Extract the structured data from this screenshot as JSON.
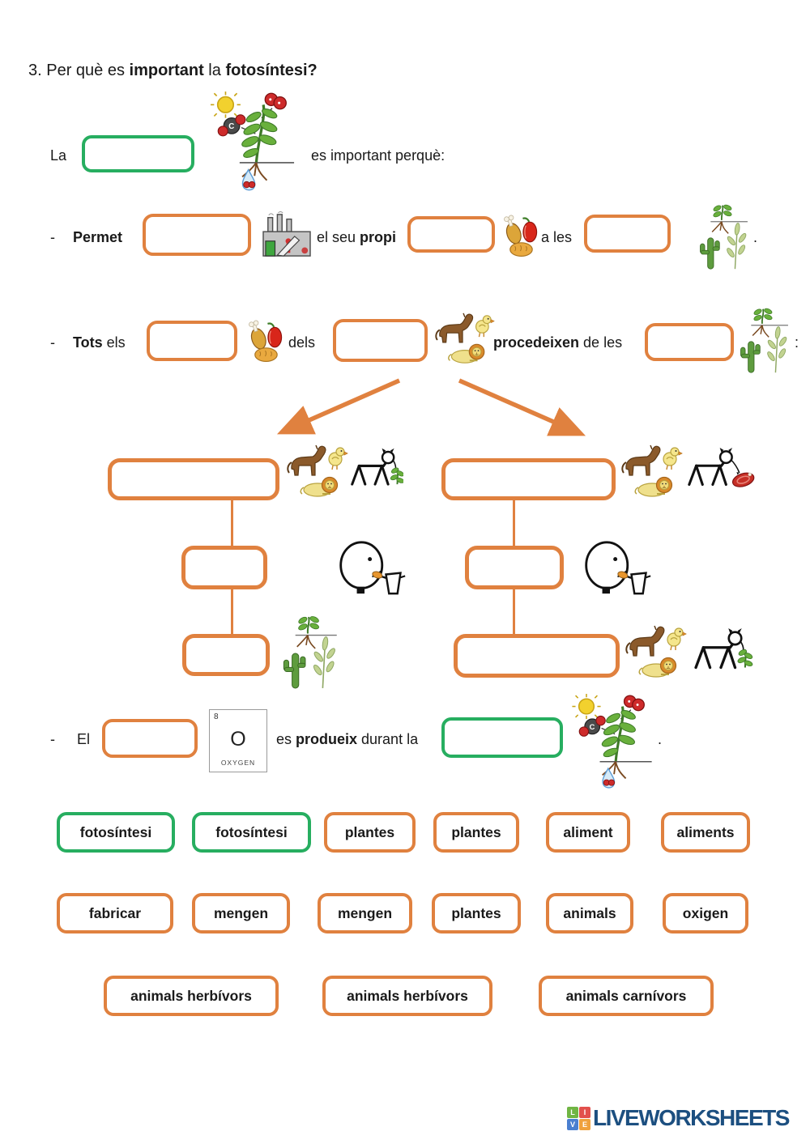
{
  "colors": {
    "orange": "#E0813F",
    "green": "#27AE60",
    "navy": "#1C4F80",
    "text": "#1A1A1A"
  },
  "title": {
    "pre": "3. Per què es ",
    "bold1": "important",
    "mid": " la ",
    "bold2": "fotosíntesi?"
  },
  "intro": {
    "word_la": "La",
    "tail": "es important perquè:"
  },
  "bullet1": {
    "dash": "-",
    "lead_bold": "Permet",
    "mid1": "el seu ",
    "mid1_bold": "propi",
    "mid2": "a les",
    "end": "."
  },
  "bullet2": {
    "dash": "-",
    "lead_bold": "Tots",
    "lead_rest": " els",
    "mid1": "dels",
    "mid2_bold": "procedeixen",
    "mid2_rest": " de les",
    "end": ":"
  },
  "bullet3": {
    "dash": "-",
    "lead": "El",
    "mid1": "es ",
    "mid1_bold": "produeix",
    "mid1_rest": " durant la",
    "end": ".",
    "oxygen_tile": {
      "number": "8",
      "symbol": "O",
      "label": "OXYGEN"
    }
  },
  "word_bank": {
    "row1": [
      {
        "label": "fotosíntesi",
        "color": "green"
      },
      {
        "label": "fotosíntesi",
        "color": "green"
      },
      {
        "label": "plantes",
        "color": "orange"
      },
      {
        "label": "plantes",
        "color": "orange"
      },
      {
        "label": "aliment",
        "color": "orange"
      },
      {
        "label": "aliments",
        "color": "orange"
      }
    ],
    "row2": [
      {
        "label": "fabricar",
        "color": "orange"
      },
      {
        "label": "mengen",
        "color": "orange"
      },
      {
        "label": "mengen",
        "color": "orange"
      },
      {
        "label": "plantes",
        "color": "orange"
      },
      {
        "label": "animals",
        "color": "orange"
      },
      {
        "label": "oxigen",
        "color": "orange"
      }
    ],
    "row3": [
      {
        "label": "animals herbívors",
        "color": "orange"
      },
      {
        "label": "animals herbívors",
        "color": "orange"
      },
      {
        "label": "animals carnívors",
        "color": "orange"
      }
    ]
  },
  "icons": {
    "photosynthesis": "plant with sun, CO2 and O2 molecules, water drop",
    "factory": "factory building",
    "food": "drumstick, pepper and bread",
    "plants": "rooted plant, cactus and wheat",
    "animals": "horse, chick and lion",
    "herbivore": "stick animal eating plant",
    "carnivore": "stick animal eating meat",
    "eating_person": "head eating with spoon and glass",
    "oxygen": "periodic table oxygen element tile"
  },
  "footer": {
    "brand": "LIVEWORKSHEETS",
    "tiles": [
      {
        "letter": "L",
        "color": "#70B544"
      },
      {
        "letter": "I",
        "color": "#E2504C"
      },
      {
        "letter": "V",
        "color": "#4A7FD0"
      },
      {
        "letter": "E",
        "color": "#F0A13C"
      }
    ]
  }
}
